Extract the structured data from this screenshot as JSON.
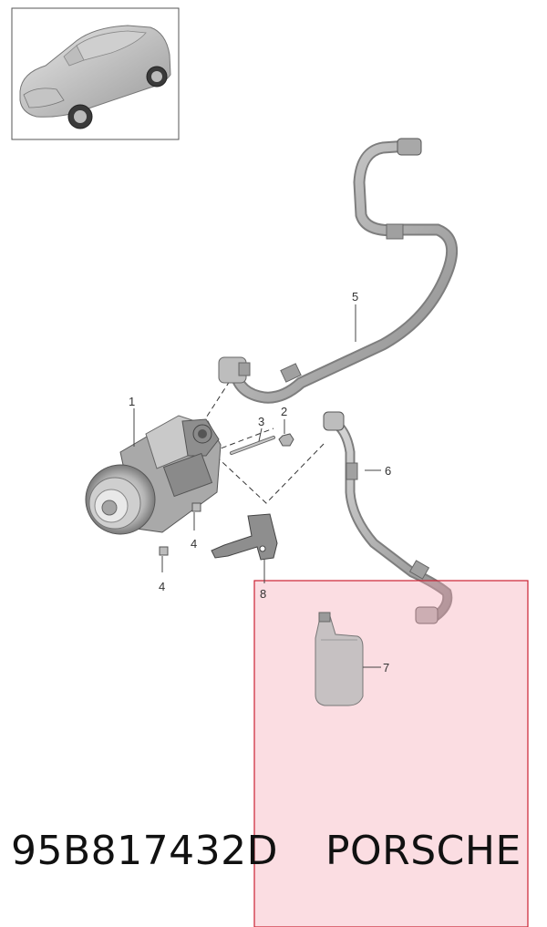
{
  "diagram": {
    "callouts": [
      {
        "id": "1",
        "label": "1"
      },
      {
        "id": "2",
        "label": "2"
      },
      {
        "id": "3",
        "label": "3"
      },
      {
        "id": "4a",
        "label": "4"
      },
      {
        "id": "4b",
        "label": "4"
      },
      {
        "id": "5",
        "label": "5"
      },
      {
        "id": "6",
        "label": "6"
      },
      {
        "id": "7",
        "label": "7"
      },
      {
        "id": "8",
        "label": "8"
      }
    ],
    "highlight_color": "#f5a6b4",
    "highlight_border": "#cc2233"
  },
  "caption": {
    "part_number": "95B817432D",
    "brand": "PORSCHE"
  }
}
